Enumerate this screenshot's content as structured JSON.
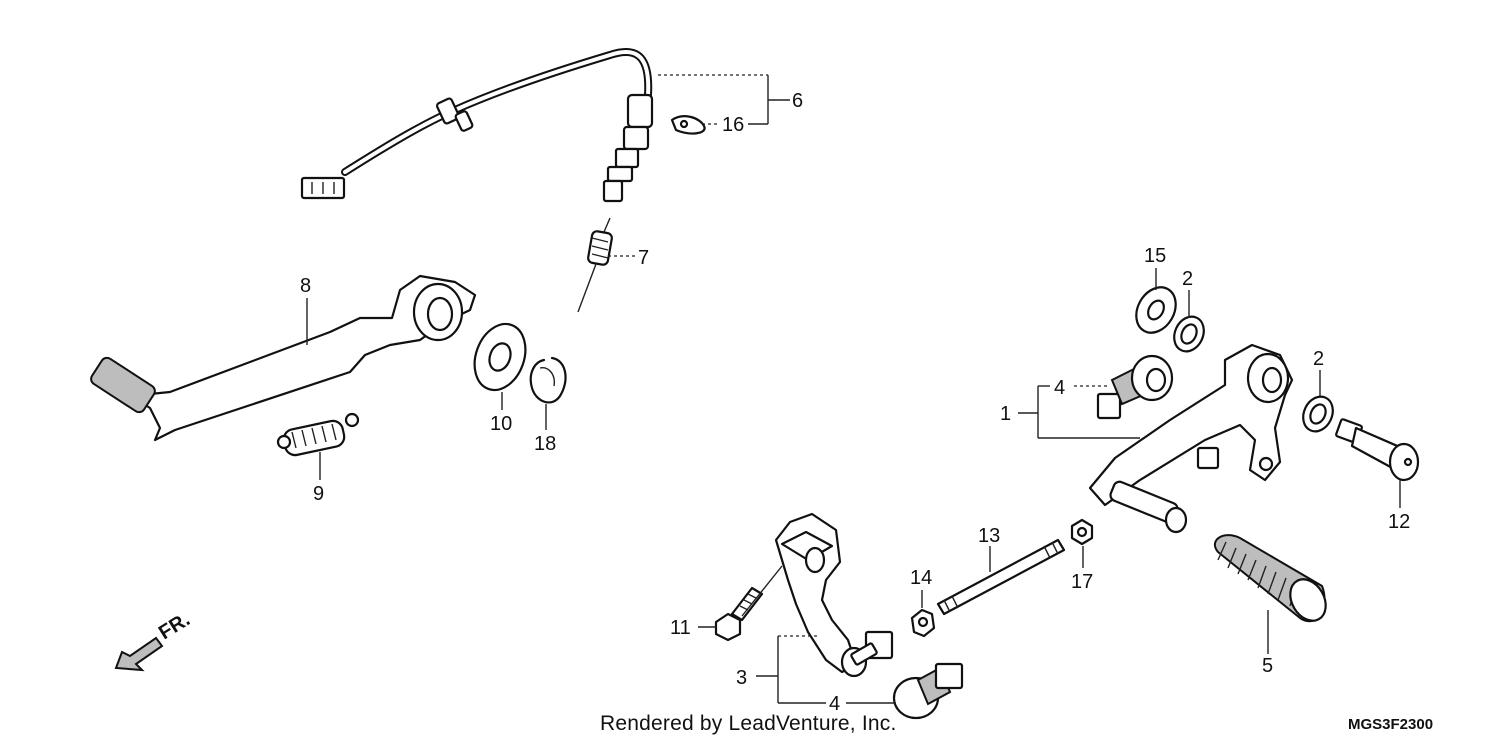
{
  "callouts": [
    "1",
    "2",
    "3",
    "4",
    "5",
    "6",
    "7",
    "8",
    "9",
    "10",
    "11",
    "12",
    "13",
    "14",
    "15",
    "16",
    "17",
    "18"
  ],
  "direction_label": "FR.",
  "credit": "Rendered by LeadVenture, Inc.",
  "diagram_code": "MGS3F2300"
}
